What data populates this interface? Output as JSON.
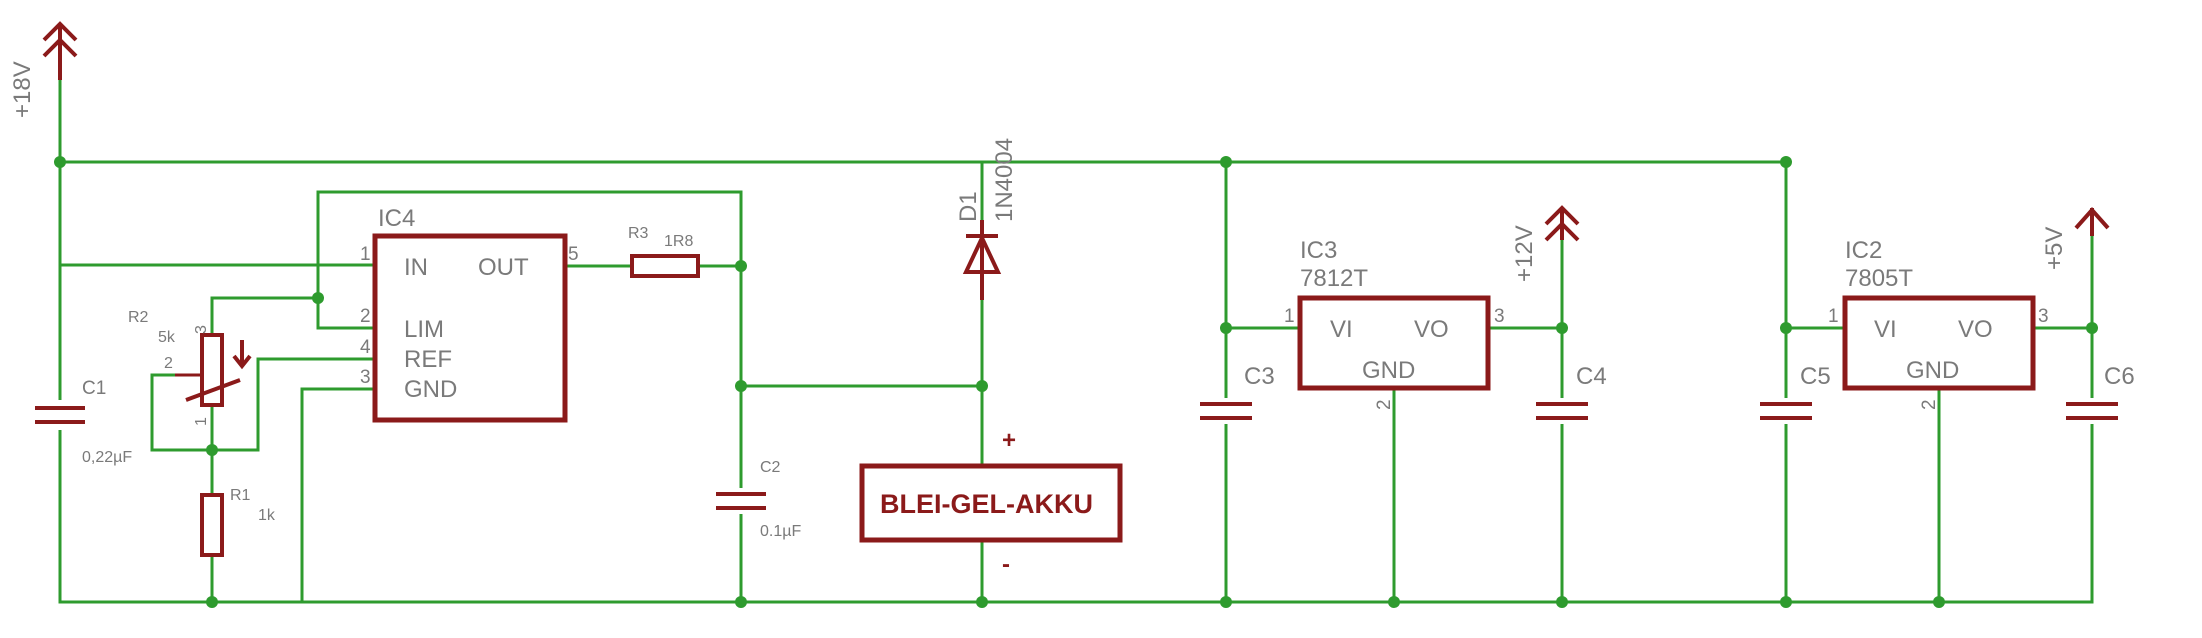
{
  "supplies": {
    "v18": "+18V",
    "v12": "+12V",
    "v5": "+5V"
  },
  "ic4": {
    "name": "IC4",
    "pin_in": "IN",
    "pin_out": "OUT",
    "pin_lim": "LIM",
    "pin_ref": "REF",
    "pin_gnd": "GND",
    "n_in": "1",
    "n_out": "5",
    "n_lim": "2",
    "n_ref": "4",
    "n_gnd": "3"
  },
  "ic3": {
    "name": "IC3",
    "type": "7812T",
    "vi": "VI",
    "vo": "VO",
    "gnd": "GND",
    "n1": "1",
    "n2": "2",
    "n3": "3"
  },
  "ic2": {
    "name": "IC2",
    "type": "7805T",
    "vi": "VI",
    "vo": "VO",
    "gnd": "GND",
    "n1": "1",
    "n2": "2",
    "n3": "3"
  },
  "r1": {
    "name": "R1",
    "value": "1k"
  },
  "r2": {
    "name": "R2",
    "value": "5k",
    "p1": "1",
    "p2": "2",
    "p3": "3"
  },
  "r3": {
    "name": "R3",
    "value": "1R8"
  },
  "c1": {
    "name": "C1",
    "value": "0,22µF"
  },
  "c2": {
    "name": "C2",
    "value": "0.1µF"
  },
  "c3": {
    "name": "C3"
  },
  "c4": {
    "name": "C4"
  },
  "c5": {
    "name": "C5"
  },
  "c6": {
    "name": "C6"
  },
  "d1": {
    "name": "D1",
    "type": "1N4004"
  },
  "battery": {
    "label": "BLEI-GEL-AKKU",
    "plus": "+",
    "minus": "-"
  },
  "colors": {
    "wire": "#2e9b2e",
    "symbol": "#8b1a1a",
    "text": "#7a7a7a"
  }
}
